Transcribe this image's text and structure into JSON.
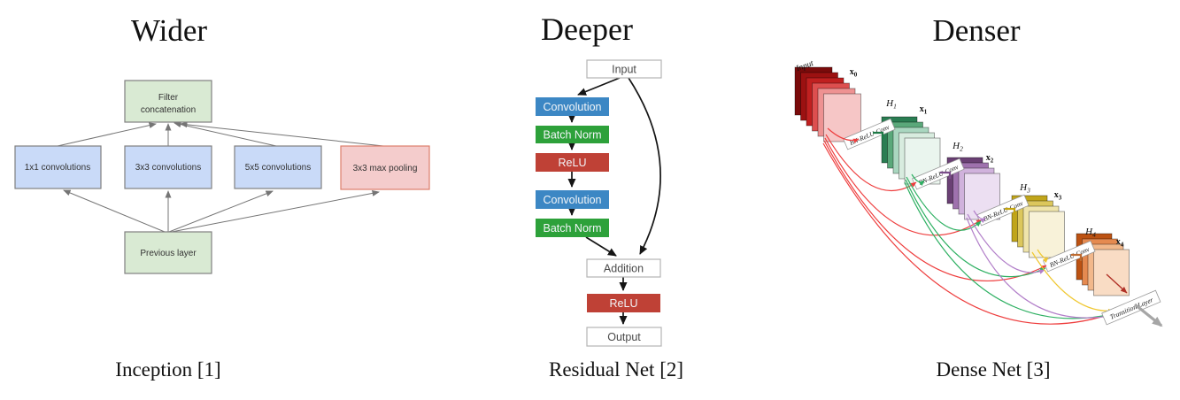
{
  "figure": {
    "background": "#ffffff"
  },
  "panels": [
    {
      "title": "Wider",
      "caption": "Inception [1]",
      "boxes": {
        "filter_concat_line1": "Filter",
        "filter_concat_line2": "concatenation",
        "conv1x1": "1x1 convolutions",
        "conv3x3": "3x3 convolutions",
        "conv5x5": "5x5 convolutions",
        "maxpool": "3x3 max pooling",
        "previous": "Previous layer"
      },
      "colors": {
        "green": "#d9ead3",
        "blue": "#c9daf8",
        "pink": "#f4cccc",
        "pink_border": "#dd7e6b",
        "box_border": "#808080",
        "arrow": "#757575",
        "text": "#333333"
      }
    },
    {
      "title": "Deeper",
      "caption": "Residual Net [2]",
      "boxes": {
        "input": "Input",
        "conv1": "Convolution",
        "bn1": "Batch Norm",
        "relu1": "ReLU",
        "conv2": "Convolution",
        "bn2": "Batch Norm",
        "addition": "Addition",
        "relu2": "ReLU",
        "output": "Output"
      },
      "colors": {
        "blue": "#3c87c4",
        "green": "#2da13a",
        "red": "#bf4136",
        "plain_fill": "#ffffff",
        "plain_border": "#b3b3b3",
        "plain_text": "#4a4a4a",
        "box_text": "#f2f5f8",
        "arrow": "#151515"
      }
    },
    {
      "title": "Denser",
      "caption": "Dense Net [3]",
      "input_label": "Input",
      "transition_label": "Transition Layer",
      "stacks": [
        {
          "var": "x",
          "sub": "0",
          "layers": [
            "#7a0b0b",
            "#9c1111",
            "#c02020",
            "#dd4f4f",
            "#ee9292",
            "#f6c6c6"
          ]
        },
        {
          "h": "H",
          "h_sub": "1",
          "banner": "BN-ReLU-Conv",
          "var": "x",
          "sub": "1",
          "layers": [
            "#2a7d52",
            "#5aa87a",
            "#a9d6bf",
            "#d8ecdf",
            "#eaf5ee"
          ]
        },
        {
          "h": "H",
          "h_sub": "2",
          "banner": "BN-ReLU-Conv",
          "var": "x",
          "sub": "2",
          "layers": [
            "#6a4074",
            "#9f72ae",
            "#d0b2dc",
            "#ecdff2"
          ]
        },
        {
          "h": "H",
          "h_sub": "3",
          "banner": "BN-ReLU-Conv",
          "var": "x",
          "sub": "3",
          "layers": [
            "#c0a51a",
            "#dcc75c",
            "#efe4ab",
            "#f8f2d9"
          ]
        },
        {
          "h": "H",
          "h_sub": "4",
          "banner": "BN-ReLU-Conv",
          "var": "x",
          "sub": "4",
          "layers": [
            "#bc5212",
            "#e58a50",
            "#f2b88b",
            "#f9dcc4"
          ]
        }
      ],
      "curve_colors": {
        "red": "#ee3d3d",
        "green": "#2eb062",
        "purple": "#b27fc9",
        "yellow": "#f0c832",
        "gray": "#a6a6a6",
        "dark_red": "#b03026",
        "hook_green": "#1e7a46",
        "hook_purple": "#7a4d8a",
        "hook_yellow": "#c3a40e",
        "hook_orange": "#bf6b30"
      }
    }
  ]
}
